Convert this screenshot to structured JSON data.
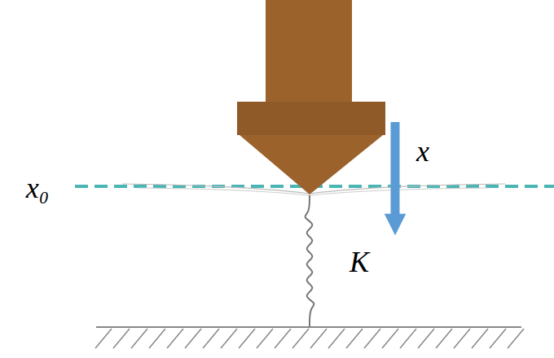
{
  "diagram": {
    "labels": [
      "x₀",
      "x",
      "K"
    ]
  }
}
